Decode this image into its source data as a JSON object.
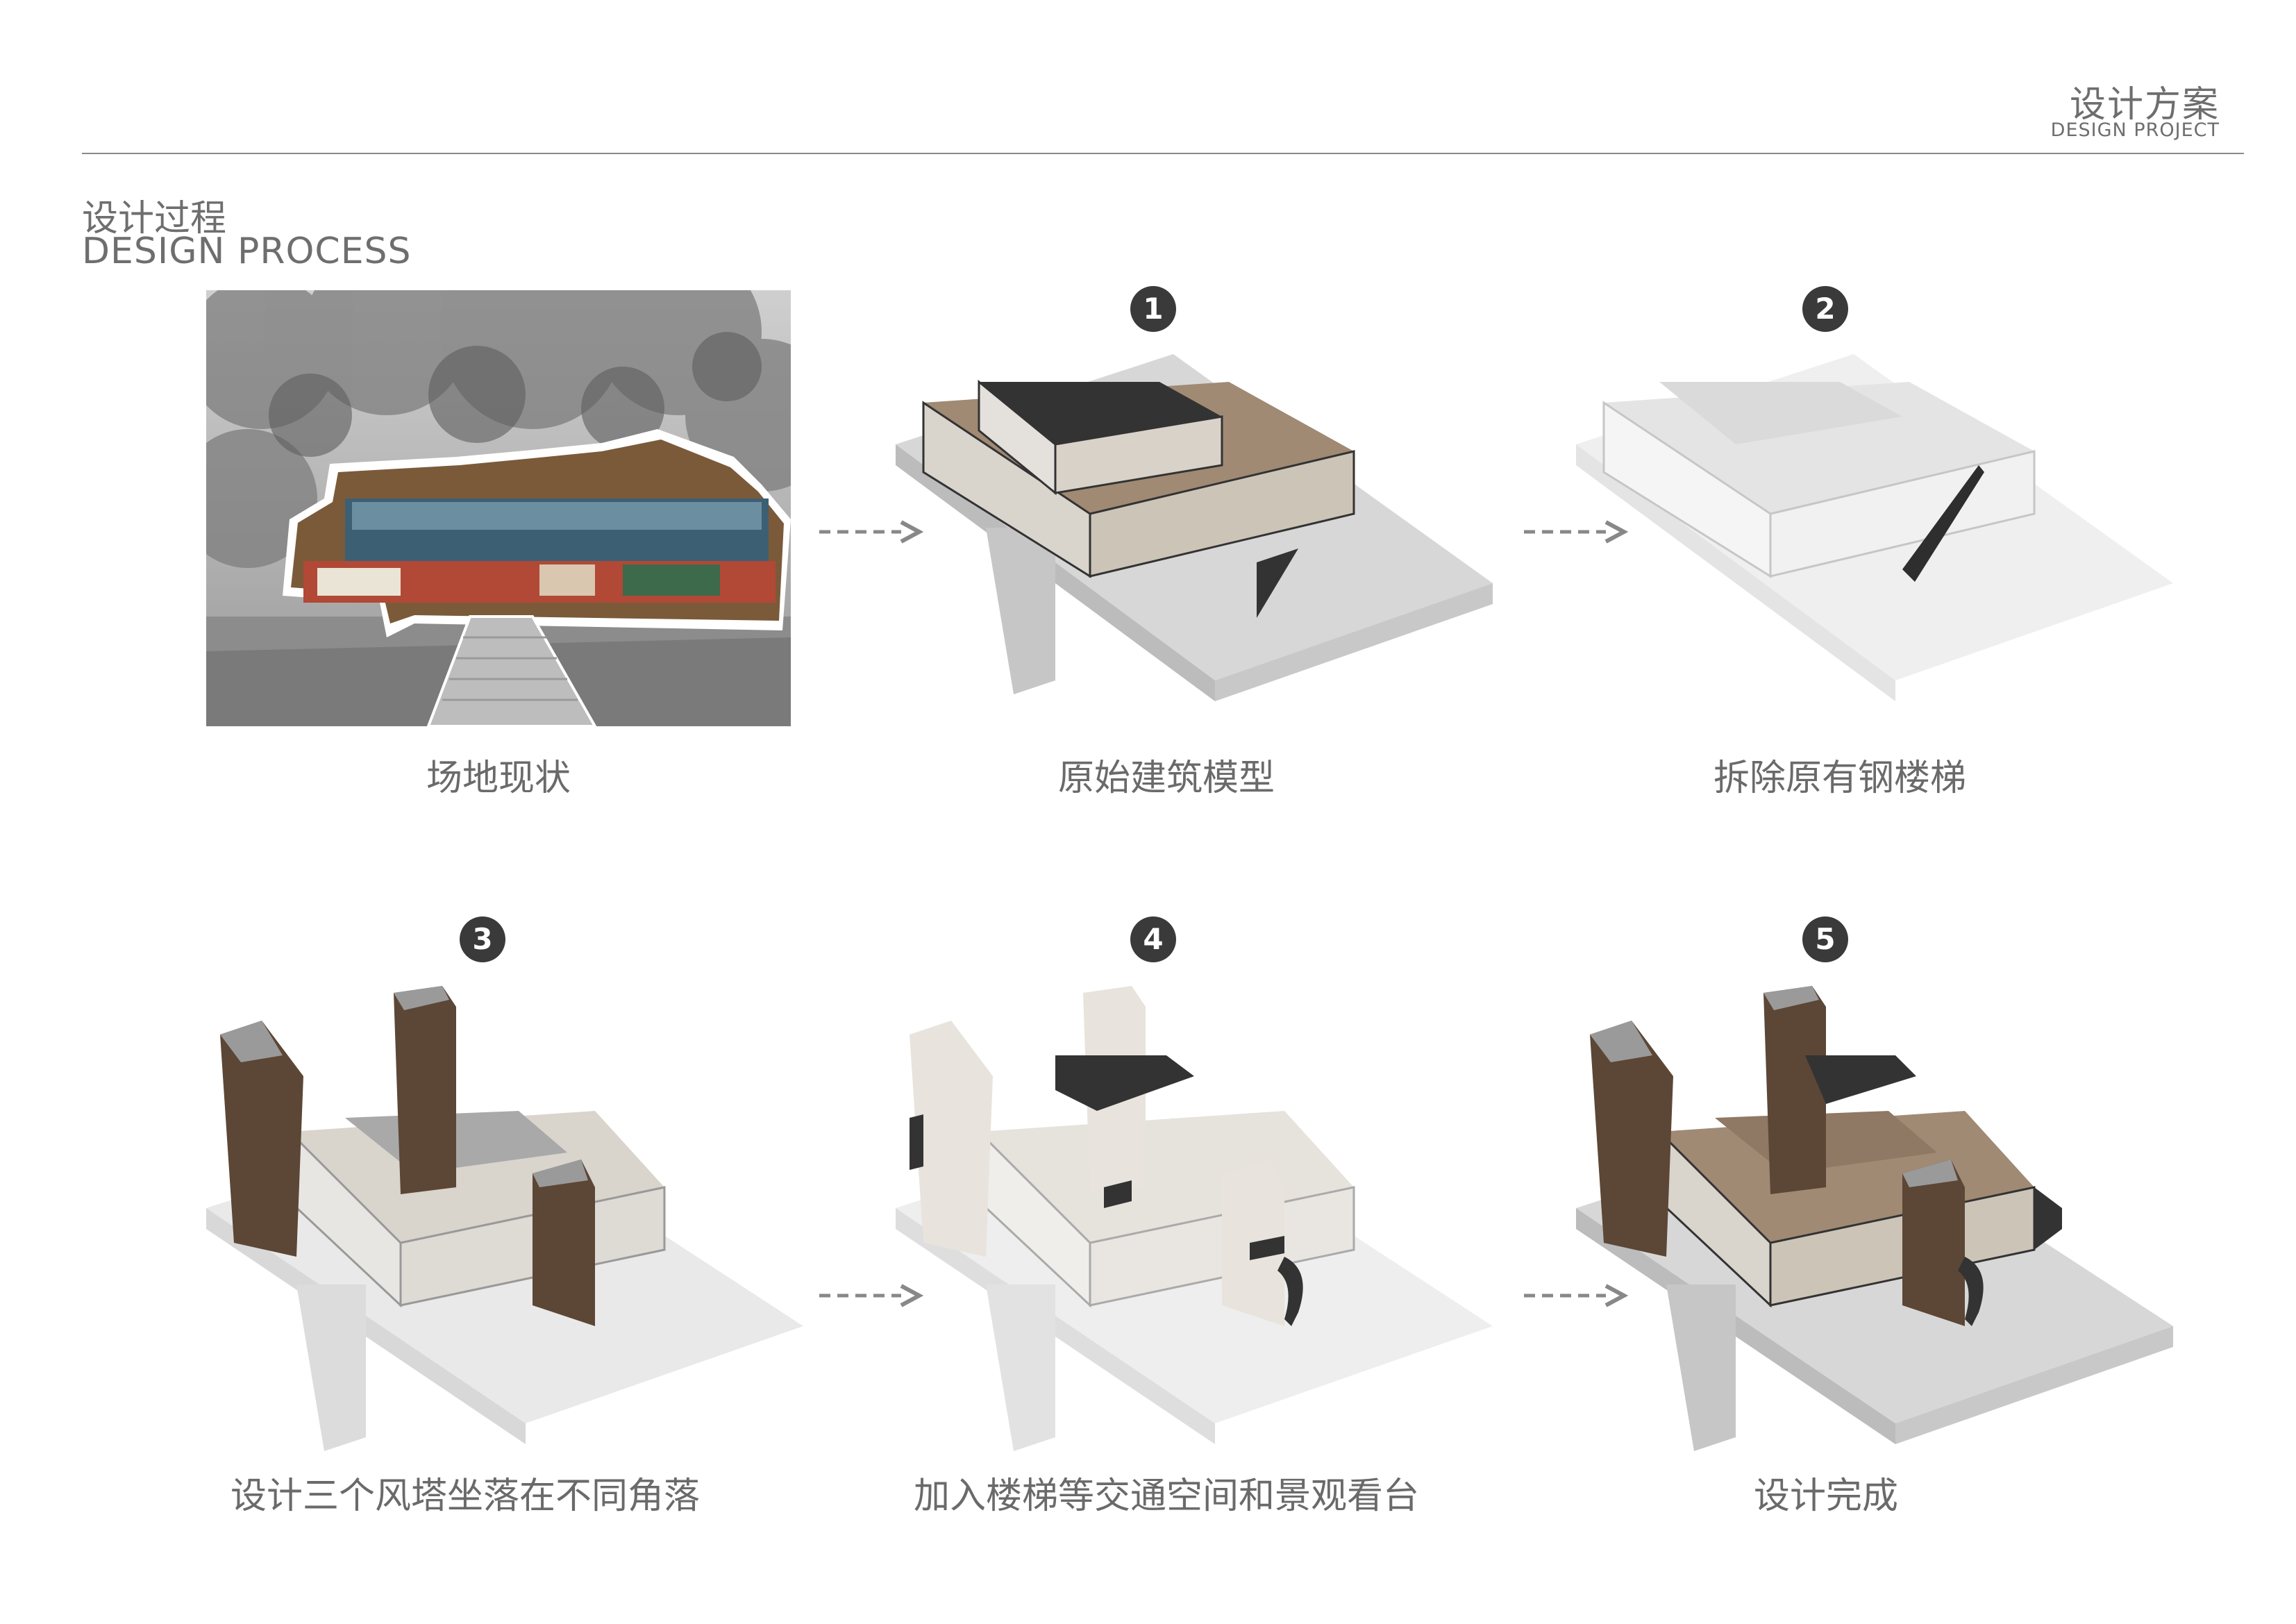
{
  "header": {
    "title_cn": "设计方案",
    "title_en": "DESIGN PROJECT"
  },
  "section": {
    "title_cn": "设计过程",
    "title_en": "DESIGN PROCESS"
  },
  "steps": [
    {
      "number": "",
      "caption": "场地现状"
    },
    {
      "number": "1",
      "caption": "原始建筑模型"
    },
    {
      "number": "2",
      "caption": "拆除原有钢楼梯"
    },
    {
      "number": "3",
      "caption": "设计三个风塔坐落在不同角落"
    },
    {
      "number": "4",
      "caption": "加入楼梯等交通空间和景观看台"
    },
    {
      "number": "5",
      "caption": "设计完成"
    }
  ],
  "colors": {
    "text": "#6a6a6a",
    "badge": "#3a3a3a",
    "roof_dark": "#333333",
    "roof_wood": "#a08a74",
    "brick": "#5c4636",
    "concrete": "#cfcfcf",
    "arrow": "#888888"
  }
}
